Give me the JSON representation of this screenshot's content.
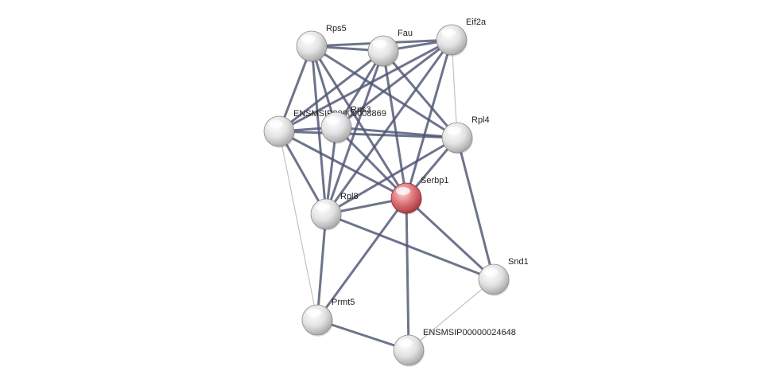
{
  "network": {
    "focus_node": "Serbp1",
    "colors": {
      "edge_strong": "#4d5573",
      "edge_weak": "#c2c2c2",
      "node_default": "#e6e6e6",
      "node_focus": "#e06a6f"
    },
    "nodes": [
      {
        "id": "rps5",
        "label": "Rps5"
      },
      {
        "id": "fau",
        "label": "Fau"
      },
      {
        "id": "eif2a",
        "label": "Eif2a"
      },
      {
        "id": "ensm1",
        "label": "ENSMSIP00000008869"
      },
      {
        "id": "rps3",
        "label": "Rps3"
      },
      {
        "id": "rpl4",
        "label": "Rpl4"
      },
      {
        "id": "serbp1",
        "label": "Serbp1"
      },
      {
        "id": "rpl8",
        "label": "Rpl8"
      },
      {
        "id": "snd1",
        "label": "Snd1"
      },
      {
        "id": "prmt5",
        "label": "Prmt5"
      },
      {
        "id": "ensm2",
        "label": "ENSMSIP00000024648"
      }
    ],
    "edges": [
      {
        "source": "rps5",
        "target": "fau",
        "strength": "strong"
      },
      {
        "source": "rps5",
        "target": "eif2a",
        "strength": "strong"
      },
      {
        "source": "rps5",
        "target": "ensm1",
        "strength": "strong"
      },
      {
        "source": "rps5",
        "target": "rps3",
        "strength": "strong"
      },
      {
        "source": "rps5",
        "target": "rpl4",
        "strength": "strong"
      },
      {
        "source": "rps5",
        "target": "serbp1",
        "strength": "strong"
      },
      {
        "source": "rps5",
        "target": "rpl8",
        "strength": "strong"
      },
      {
        "source": "fau",
        "target": "eif2a",
        "strength": "strong"
      },
      {
        "source": "fau",
        "target": "ensm1",
        "strength": "strong"
      },
      {
        "source": "fau",
        "target": "rps3",
        "strength": "strong"
      },
      {
        "source": "fau",
        "target": "rpl4",
        "strength": "strong"
      },
      {
        "source": "fau",
        "target": "serbp1",
        "strength": "strong"
      },
      {
        "source": "fau",
        "target": "rpl8",
        "strength": "strong"
      },
      {
        "source": "eif2a",
        "target": "ensm1",
        "strength": "strong"
      },
      {
        "source": "eif2a",
        "target": "rps3",
        "strength": "strong"
      },
      {
        "source": "eif2a",
        "target": "serbp1",
        "strength": "strong"
      },
      {
        "source": "eif2a",
        "target": "rpl8",
        "strength": "strong"
      },
      {
        "source": "eif2a",
        "target": "rpl4",
        "strength": "weak"
      },
      {
        "source": "ensm1",
        "target": "rps3",
        "strength": "strong"
      },
      {
        "source": "ensm1",
        "target": "rpl4",
        "strength": "strong"
      },
      {
        "source": "ensm1",
        "target": "serbp1",
        "strength": "strong"
      },
      {
        "source": "ensm1",
        "target": "rpl8",
        "strength": "strong"
      },
      {
        "source": "ensm1",
        "target": "prmt5",
        "strength": "weak"
      },
      {
        "source": "rps3",
        "target": "rpl4",
        "strength": "strong"
      },
      {
        "source": "rps3",
        "target": "serbp1",
        "strength": "strong"
      },
      {
        "source": "rps3",
        "target": "rpl8",
        "strength": "strong"
      },
      {
        "source": "rpl4",
        "target": "serbp1",
        "strength": "strong"
      },
      {
        "source": "rpl4",
        "target": "rpl8",
        "strength": "strong"
      },
      {
        "source": "rpl4",
        "target": "snd1",
        "strength": "strong"
      },
      {
        "source": "serbp1",
        "target": "rpl8",
        "strength": "strong"
      },
      {
        "source": "serbp1",
        "target": "snd1",
        "strength": "strong"
      },
      {
        "source": "serbp1",
        "target": "prmt5",
        "strength": "strong"
      },
      {
        "source": "serbp1",
        "target": "ensm2",
        "strength": "strong"
      },
      {
        "source": "rpl8",
        "target": "snd1",
        "strength": "strong"
      },
      {
        "source": "rpl8",
        "target": "prmt5",
        "strength": "strong"
      },
      {
        "source": "prmt5",
        "target": "ensm2",
        "strength": "strong"
      },
      {
        "source": "snd1",
        "target": "ensm2",
        "strength": "weak"
      }
    ]
  }
}
